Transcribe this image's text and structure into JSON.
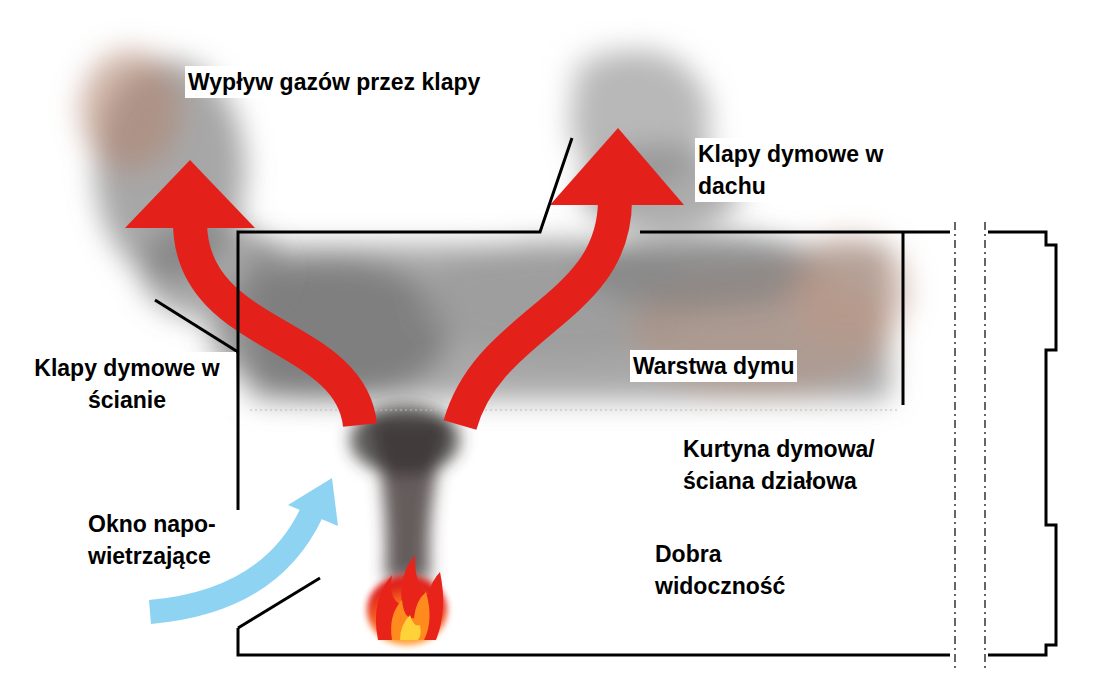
{
  "diagram": {
    "labels": [
      "Wypływ gazów przez klapy",
      "Klapy dymowe w dachu",
      "Klapy dymowe w ścianie",
      "Warstwa dymu",
      "Kurtyna dymowa/ ściana działowa",
      "Okno napo- wietrzające",
      "Dobra widoczność"
    ]
  }
}
